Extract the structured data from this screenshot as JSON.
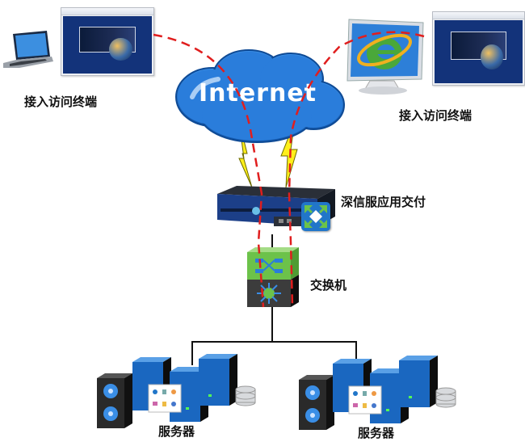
{
  "diagram": {
    "nodes": {
      "client_left": {
        "label": "接入访问终端",
        "icon": "laptop-icon"
      },
      "client_right": {
        "label": "接入访问终端",
        "icon": "ie-monitor-icon"
      },
      "cloud": {
        "label": "Internet",
        "icon": "cloud-icon"
      },
      "adc": {
        "label": "深信服应用交付",
        "icon": "appliance-icon"
      },
      "switch": {
        "label": "交换机",
        "icon": "switch-icon"
      },
      "servers_left": {
        "label": "服务器",
        "icon": "server-group-icon"
      },
      "servers_right": {
        "label": "服务器",
        "icon": "server-group-icon"
      }
    },
    "colors": {
      "cloud": "#1e6fc8",
      "dashed_path": "#e01e1e",
      "lightning": "#ffef1a",
      "switch_top": "#6cc24a",
      "switch_bottom": "#3a3a3a",
      "server_blue": "#1a67c0"
    }
  }
}
